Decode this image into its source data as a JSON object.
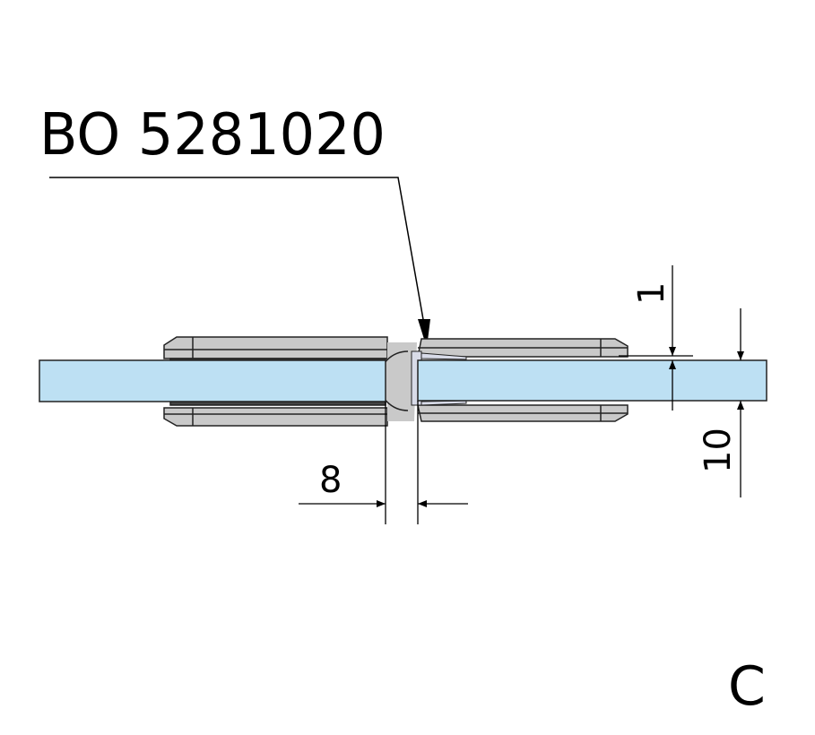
{
  "part_number": "BO 5281020",
  "dimensions": {
    "gap": "8",
    "offset": "1",
    "glass_thickness": "10"
  },
  "view_label": "C",
  "colors": {
    "glass": "#bde0f3",
    "metal": "#c9c9c9",
    "seal": "#d8dbe8",
    "line": "#1a1a1a"
  }
}
